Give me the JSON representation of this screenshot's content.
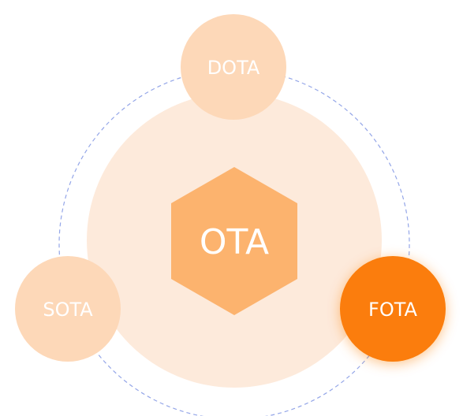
{
  "center": {
    "label": "OTA",
    "color": "#fcb36e"
  },
  "nodes": {
    "dota": {
      "label": "DOTA",
      "color": "#fdd8b8"
    },
    "sota": {
      "label": "SOTA",
      "color": "#fdd8b8"
    },
    "fota": {
      "label": "FOTA",
      "color": "#fb7d07"
    }
  },
  "colors": {
    "background_disc": "#fdeadb",
    "orbit_line": "#94a6e8"
  }
}
